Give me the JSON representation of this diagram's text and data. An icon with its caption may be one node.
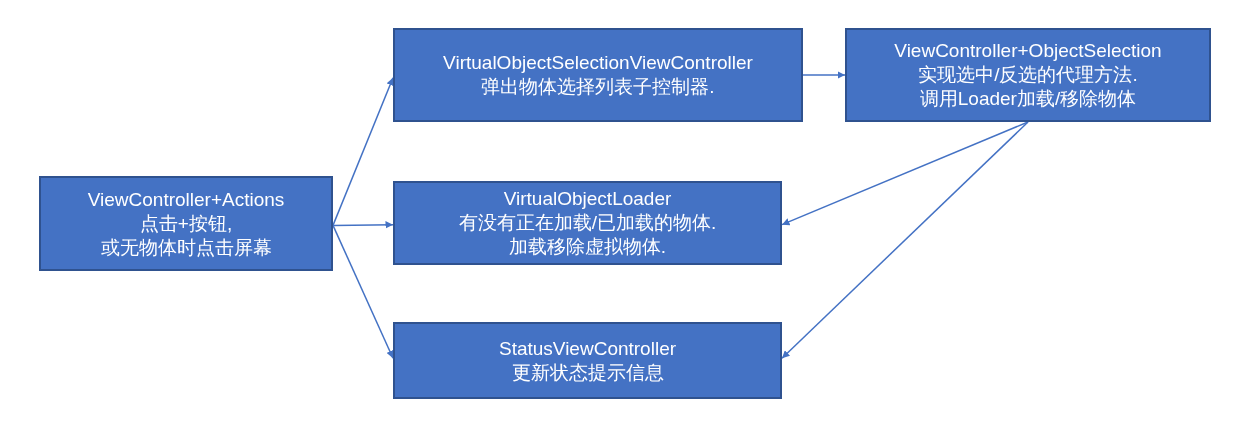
{
  "diagram": {
    "nodes": [
      {
        "text": [
          "ViewController+Actions",
          "点击+按钮,",
          "或无物体时点击屏幕"
        ]
      },
      {
        "text": [
          "VirtualObjectSelectionViewController",
          "弹出物体选择列表子控制器."
        ]
      },
      {
        "text": [
          "ViewController+ObjectSelection",
          "实现选中/反选的代理方法.",
          "调用Loader加载/移除物体"
        ]
      },
      {
        "text": [
          "VirtualObjectLoader",
          "有没有正在加载/已加载的物体.",
          "加载移除虚拟物体."
        ]
      },
      {
        "text": [
          "StatusViewController",
          "更新状态提示信息"
        ]
      }
    ],
    "edges": [
      {
        "from": 0,
        "to": 1,
        "arrow": "to"
      },
      {
        "from": 0,
        "to": 3,
        "arrow": "to"
      },
      {
        "from": 0,
        "to": 4,
        "arrow": "to"
      },
      {
        "from": 1,
        "to": 2,
        "arrow": "to"
      },
      {
        "from": 2,
        "to": 3,
        "arrow": "to"
      },
      {
        "from": 2,
        "to": 4,
        "arrow": "to"
      }
    ]
  }
}
